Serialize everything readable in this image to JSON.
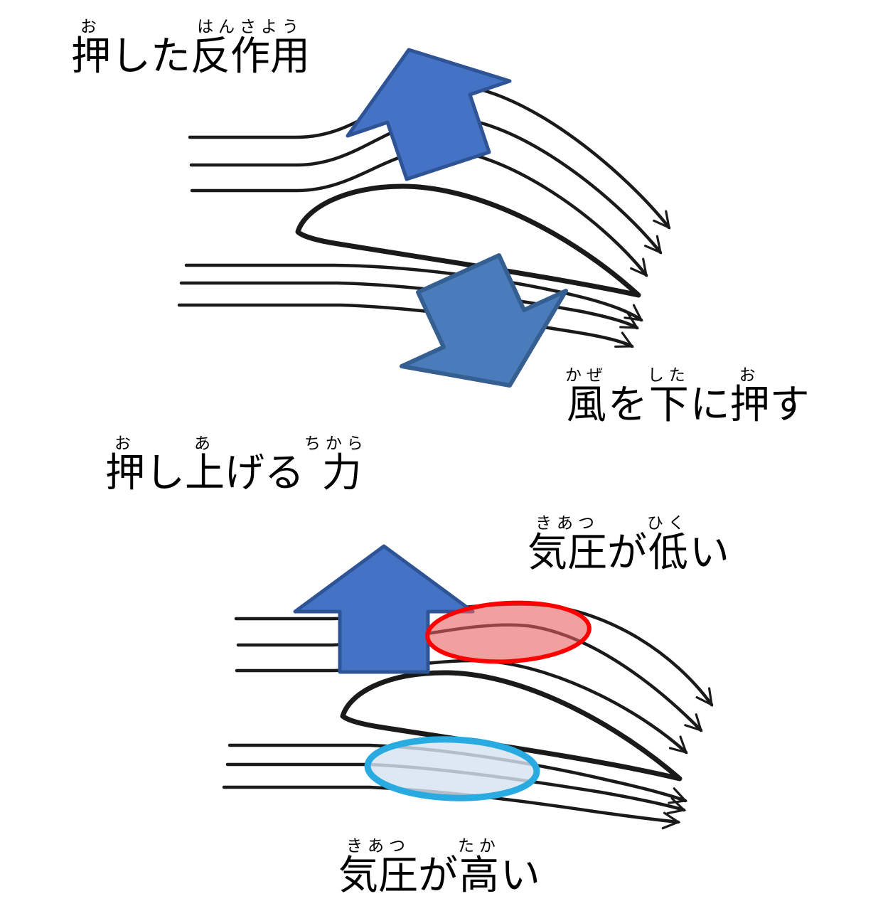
{
  "colors": {
    "line": "#1a1a1a",
    "white": "#ffffff",
    "arrow_fill": "#4472C4",
    "arrow_stroke": "#2E5496",
    "arrow_steel_fill": "#4A7CBC",
    "arrow_steel_stroke": "#365F91",
    "red_stroke": "#FF0000",
    "red_fill": "#E86060",
    "cyan_stroke": "#29ABE2",
    "cyan_fill": "#D7E3F0"
  },
  "labels": {
    "reaction": {
      "text": "押した反作用",
      "segments": [
        {
          "base": "押",
          "rt": "お"
        },
        {
          "base": "した",
          "rt": ""
        },
        {
          "base": "反作用",
          "rt": "はんさよう"
        }
      ]
    },
    "push_down": {
      "text": "風を下に押す",
      "segments": [
        {
          "base": "風",
          "rt": "かぜ"
        },
        {
          "base": "を",
          "rt": ""
        },
        {
          "base": "下",
          "rt": "した"
        },
        {
          "base": "に",
          "rt": ""
        },
        {
          "base": "押",
          "rt": "お"
        },
        {
          "base": "す",
          "rt": ""
        }
      ]
    },
    "lift": {
      "text": "押し上げる力",
      "segments": [
        {
          "base": "押",
          "rt": "お"
        },
        {
          "base": "し",
          "rt": ""
        },
        {
          "base": "上",
          "rt": "あ"
        },
        {
          "base": "げる",
          "rt": ""
        },
        {
          "base": "力",
          "rt": "ちから"
        }
      ]
    },
    "low_pressure": {
      "text": "気圧が低い",
      "segments": [
        {
          "base": "気圧",
          "rt": "きあつ"
        },
        {
          "base": "が",
          "rt": ""
        },
        {
          "base": "低",
          "rt": "ひく"
        },
        {
          "base": "い",
          "rt": ""
        }
      ]
    },
    "high_pressure": {
      "text": "気圧が高い",
      "segments": [
        {
          "base": "気圧",
          "rt": "きあつ"
        },
        {
          "base": "が",
          "rt": ""
        },
        {
          "base": "高",
          "rt": "たか"
        },
        {
          "base": "い",
          "rt": ""
        }
      ]
    }
  }
}
